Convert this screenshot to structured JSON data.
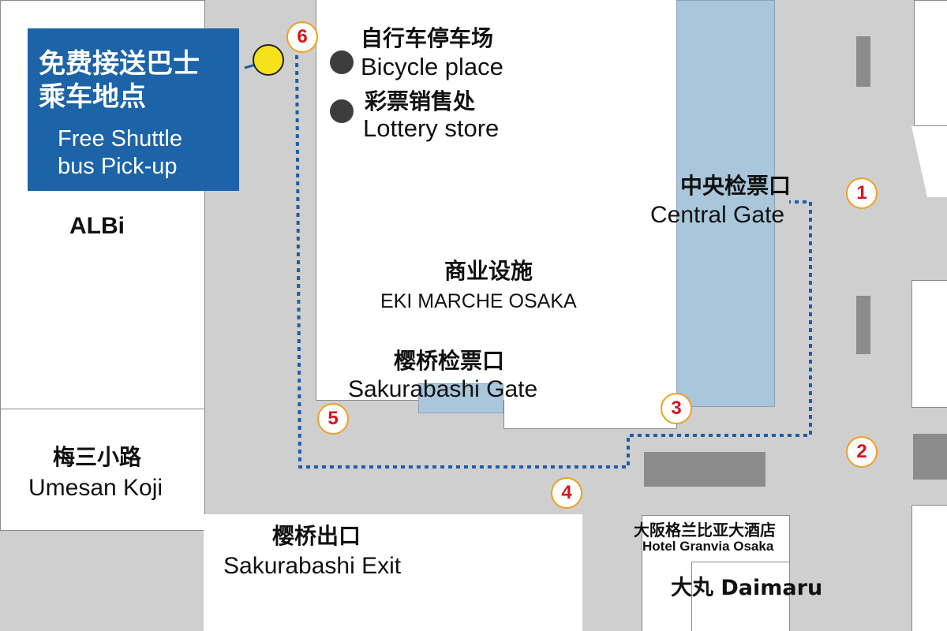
{
  "shuttle": {
    "title_line1": "免费接送巴士",
    "title_line2": "乘车地点",
    "en_line1": "Free Shuttle",
    "en_line2": "bus  Pick-up"
  },
  "places": {
    "albi": "ALBi",
    "umesan_zh": "梅三小路",
    "umesan_en": "Umesan Koji",
    "bicycle_zh": "自行车停车场",
    "bicycle_en": "Bicycle place",
    "lottery_zh": "彩票销售处",
    "lottery_en": "Lottery store",
    "central_zh": "中央检票口",
    "central_en": "Central Gate",
    "commercial_zh": "商业设施",
    "commercial_en": "EKI MARCHE OSAKA",
    "sakurabashi_gate_zh": "樱桥检票口",
    "sakurabashi_gate_en": "Sakurabashi Gate",
    "sakurabashi_exit_zh": "樱桥出口",
    "sakurabashi_exit_en": "Sakurabashi Exit",
    "granvia_zh": "大阪格兰比亚大酒店",
    "granvia_en": "Hotel Granvia Osaka",
    "daimaru": "大丸 Daimaru"
  },
  "markers": [
    "1",
    "2",
    "3",
    "4",
    "5",
    "6"
  ],
  "colors": {
    "shuttle_blue": "#1c63a8",
    "route_blue": "#1c5fa8",
    "marker_red": "#d8141e",
    "marker_ring": "#f0a020",
    "pickup_yellow": "#f5e21a",
    "water": "#a9c6db"
  }
}
